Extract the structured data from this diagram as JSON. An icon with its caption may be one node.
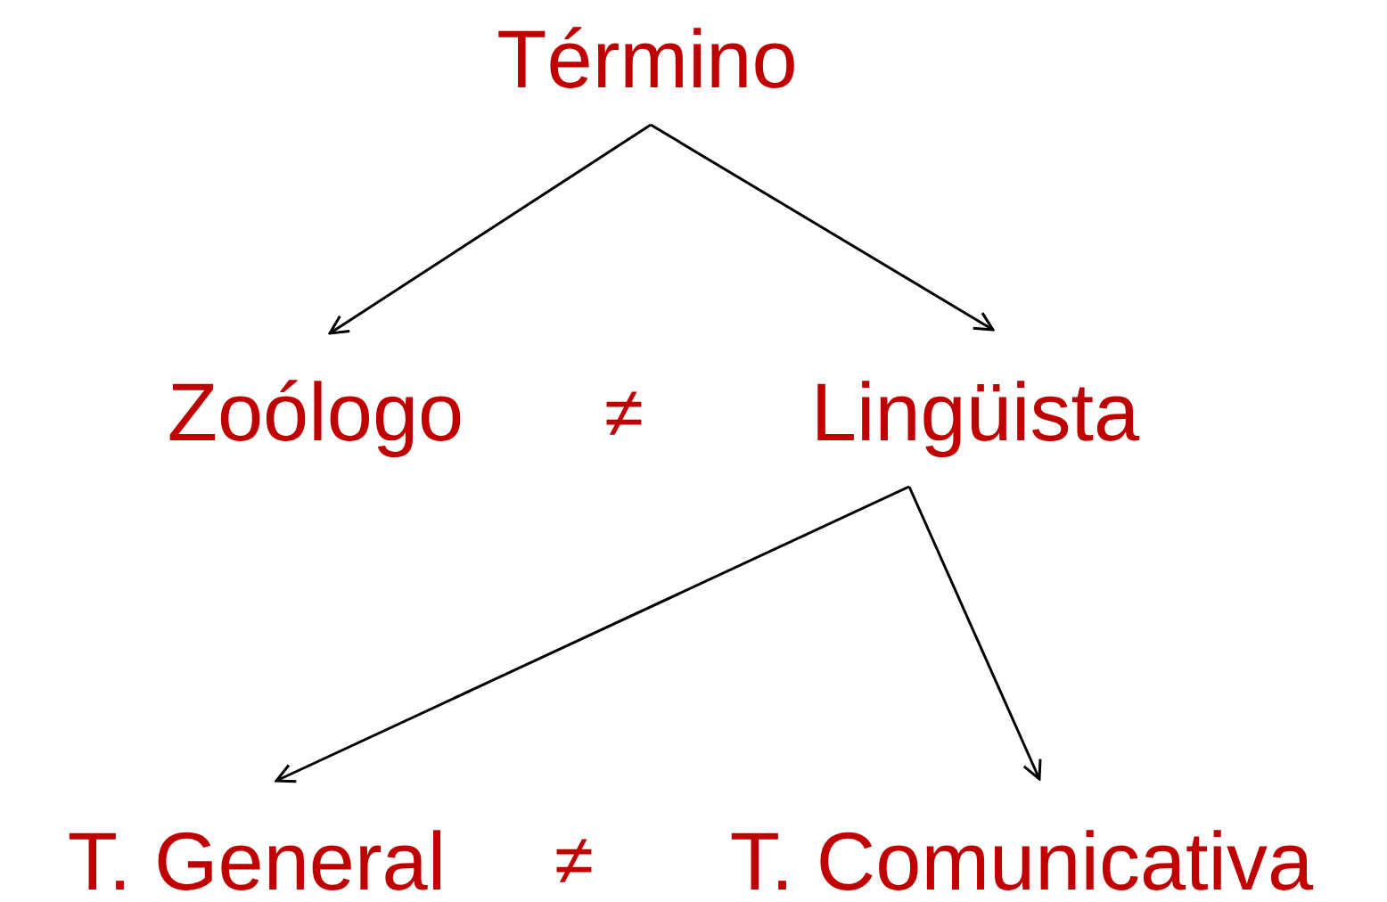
{
  "diagram": {
    "nodes": [
      {
        "text": [
          "Término"
        ]
      },
      {
        "text": [
          "Zoólogo"
        ]
      },
      {
        "text": [
          "Lingüista"
        ]
      },
      {
        "text": [
          "T. General"
        ]
      },
      {
        "text": [
          "T. Comunicativa"
        ]
      }
    ],
    "edges": [
      {
        "from": 0,
        "to": 1,
        "arrow": "to"
      },
      {
        "from": 0,
        "to": 2,
        "arrow": "to"
      },
      {
        "from": 2,
        "to": 3,
        "arrow": "to"
      },
      {
        "from": 2,
        "to": 4,
        "arrow": "to"
      }
    ],
    "labels": [
      "≠",
      "≠"
    ]
  }
}
